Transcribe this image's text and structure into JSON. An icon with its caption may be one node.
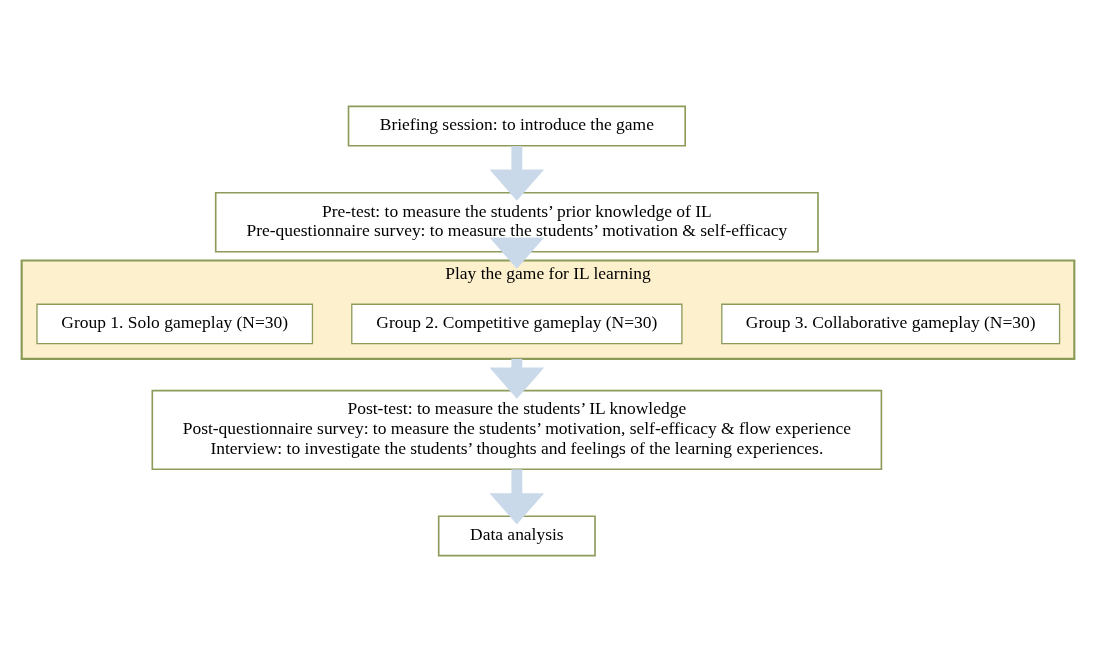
{
  "diagram": {
    "nodes": [
      {
        "text": [
          "Briefing session: to introduce the game"
        ]
      },
      {
        "text": [
          "Pre-test: to measure the students’ prior knowledge of IL",
          "Pre-questionnaire survey: to measure the students’ motivation & self-efficacy"
        ]
      },
      {
        "text": [
          "Play the game for IL learning"
        ]
      },
      {
        "text": [
          "Group 1. Solo gameplay (N=30)"
        ],
        "in": 2
      },
      {
        "text": [
          "Group 2. Competitive gameplay (N=30)"
        ],
        "in": 2
      },
      {
        "text": [
          "Group 3. Collaborative gameplay (N=30)"
        ],
        "in": 2
      },
      {
        "text": [
          "Post-test: to measure the students’ IL knowledge",
          "Post-questionnaire survey: to measure the students’ motivation, self-efficacy & flow experience",
          "Interview: to investigate the students’ thoughts and feelings of the learning experiences."
        ]
      },
      {
        "text": [
          "Data analysis"
        ]
      }
    ],
    "edges": [
      {
        "from": 0,
        "to": 1,
        "arrow": "to"
      },
      {
        "from": 1,
        "to": 2,
        "arrow": "to"
      },
      {
        "from": 2,
        "to": 6,
        "arrow": "to"
      },
      {
        "from": 6,
        "to": 7,
        "arrow": "to"
      }
    ]
  }
}
